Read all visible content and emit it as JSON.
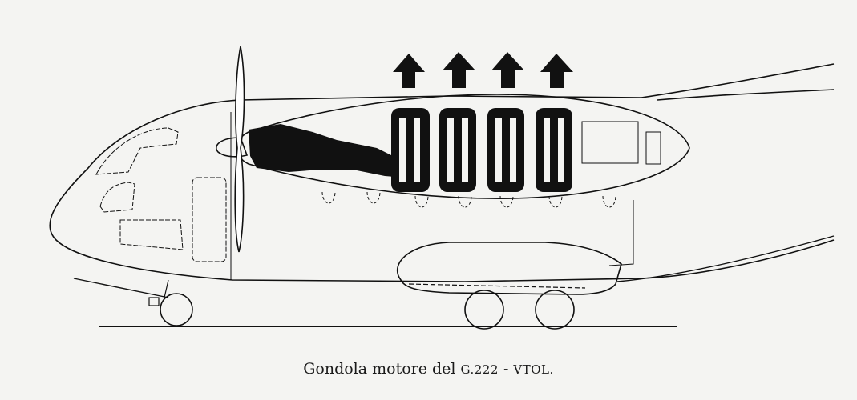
{
  "figure": {
    "caption_main": "Gondola motore del ",
    "caption_model": "G.222",
    "caption_sep": " - ",
    "caption_type": "VTOL.",
    "subject": "Side-view line drawing of G.222 VTOL aircraft showing engine nacelle with four lift engines",
    "components": [
      "propeller-icon",
      "nacelle-icon",
      "cruise-engine-icon",
      "lift-engine-1-icon",
      "lift-engine-2-icon",
      "lift-engine-3-icon",
      "lift-engine-4-icon",
      "lift-thrust-arrow-icons",
      "fuselage",
      "cockpit-windows",
      "main-gear-sponson",
      "wheels",
      "ground-line"
    ],
    "arrow_count": 4,
    "colors": {
      "ink": "#111111",
      "paper": "#f4f4f2"
    }
  }
}
